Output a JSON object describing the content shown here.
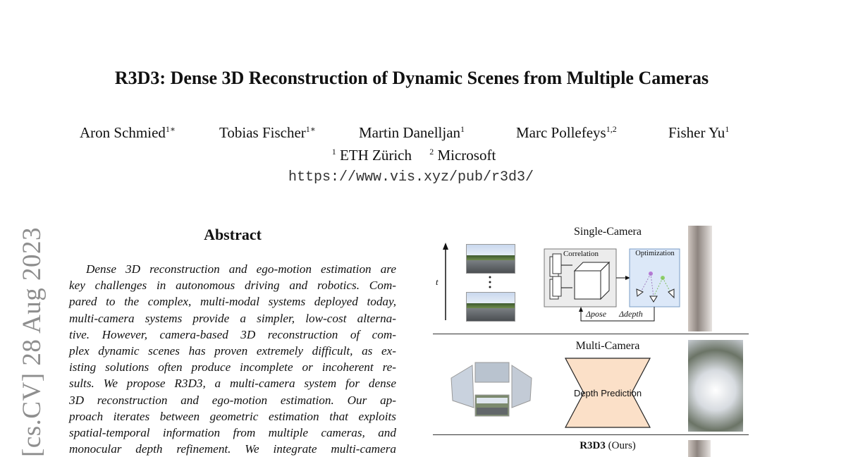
{
  "paper": {
    "title": "R3D3: Dense 3D Reconstruction of Dynamic Scenes from Multiple Cameras",
    "authors": [
      {
        "name": "Aron Schmied",
        "mark": "1∗"
      },
      {
        "name": "Tobias Fischer",
        "mark": "1∗"
      },
      {
        "name": "Martin Danelljan",
        "mark": "1"
      },
      {
        "name": "Marc Pollefeys",
        "mark": "1,2"
      },
      {
        "name": "Fisher Yu",
        "mark": "1"
      }
    ],
    "affiliations": [
      {
        "mark": "1",
        "name": "ETH Zürich"
      },
      {
        "mark": "2",
        "name": "Microsoft"
      }
    ],
    "url": "https://www.vis.xyz/pub/r3d3/",
    "arxiv_stamp": "[cs.CV]   28 Aug 2023"
  },
  "abstract": {
    "heading": "Abstract",
    "lines": [
      "Dense 3D reconstruction and ego-motion estimation are",
      "key challenges in autonomous driving and robotics. Com-",
      "pared to the complex, multi-modal systems deployed today,",
      "multi-camera systems provide a simpler, low-cost alterna-",
      "tive. However, camera-based 3D reconstruction of com-",
      "plex dynamic scenes has proven extremely difficult, as ex-",
      "isting solutions often produce incomplete or incoherent re-",
      "sults. We propose R3D3, a multi-camera system for dense",
      "3D reconstruction and ego-motion estimation. Our ap-",
      "proach iterates between geometric estimation that exploits",
      "spatial-temporal information from multiple cameras, and",
      "monocular depth refinement. We integrate multi-camera"
    ]
  },
  "figure": {
    "single_camera_label": "Single-Camera",
    "time_label": "t",
    "correlation_label": "Correlation",
    "optimization_label": "Optimization",
    "delta_pose_label": "Δpose",
    "delta_depth_label": "Δdepth",
    "multi_camera_label": "Multi-Camera",
    "depth_prediction_label": "Depth Prediction",
    "r3d3_label": "R3D3",
    "ours_label": "(Ours)",
    "colors": {
      "optimization_fill": "#dce8f8",
      "optimization_border": "#7a9cc6",
      "depth_fill": "#fbe0c8"
    }
  }
}
